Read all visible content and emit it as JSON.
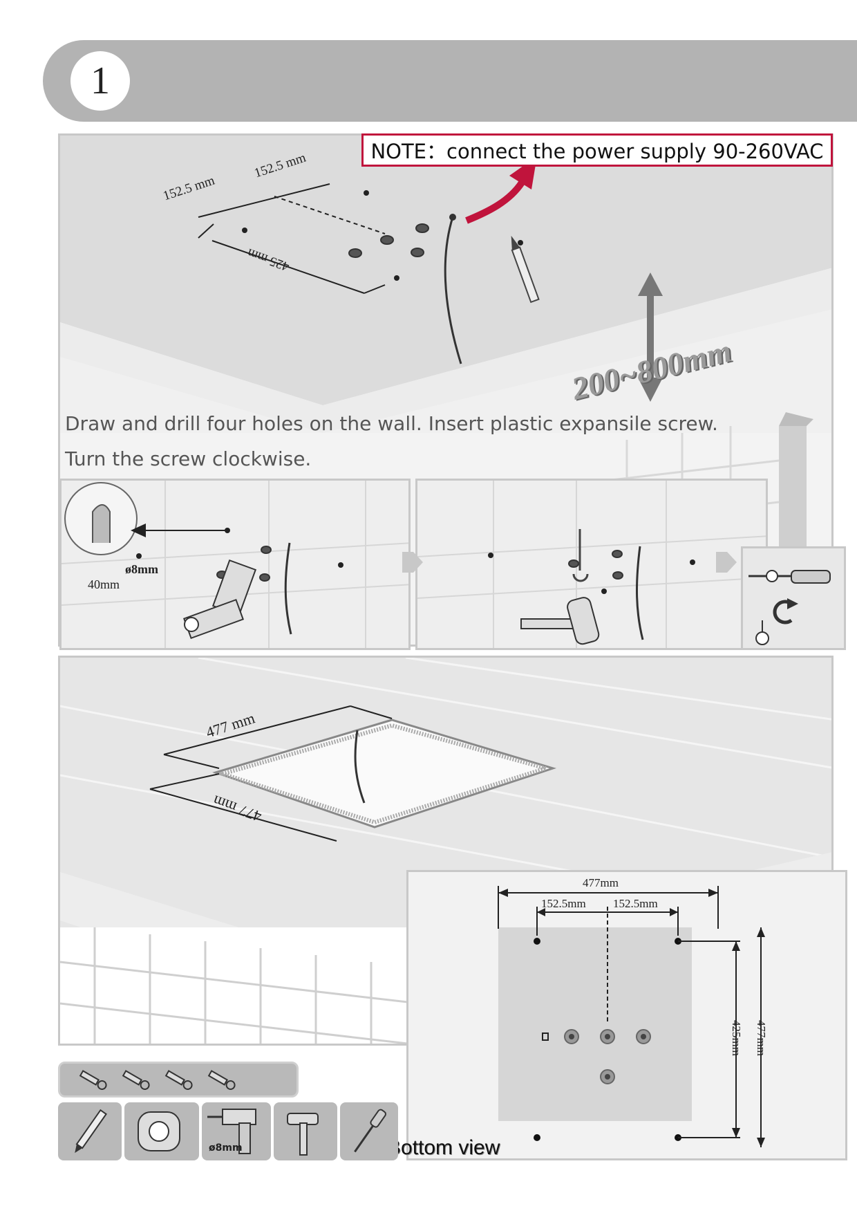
{
  "step": {
    "number": "1"
  },
  "note": {
    "text": "NOTE：connect the power supply 90-260VAC"
  },
  "ceiling": {
    "dim_a": "152.5 mm",
    "dim_b": "152.5 mm",
    "dim_c": "425 mm",
    "height_range": "200~800mm"
  },
  "instructions": {
    "line1": "Draw and drill four holes on the wall.  Insert plastic expansile screw.",
    "line2": "Turn the screw clockwise."
  },
  "drill_detail": {
    "diameter": "ø8mm",
    "depth": "40mm"
  },
  "opening": {
    "width": "477 mm",
    "length": "477 mm"
  },
  "bottom_view": {
    "label": "Bottom view",
    "width": "477mm",
    "spacing_a": "152.5mm",
    "spacing_b": "152.5mm",
    "hole_span": "425mm",
    "length": "477mm"
  },
  "tools": {
    "items": [
      "pencil-icon",
      "tape-measure-icon",
      "drill-icon",
      "hammer-icon",
      "screwdriver-icon"
    ],
    "drill_label": "ø8mm"
  },
  "colors": {
    "note_border": "#c0143c",
    "arrow": "#c0143c",
    "header_bar": "#b3b3b3"
  }
}
